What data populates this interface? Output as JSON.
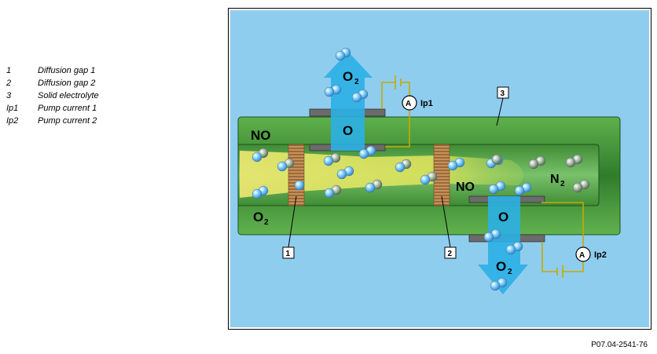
{
  "legend": [
    {
      "key": "1",
      "text": "Diffusion gap 1"
    },
    {
      "key": "2",
      "text": "Diffusion gap 2"
    },
    {
      "key": "3",
      "text": "Solid electrolyte"
    },
    {
      "key": "Ip1",
      "text": "Pump current 1"
    },
    {
      "key": "Ip2",
      "text": "Pump current 2"
    }
  ],
  "labels": {
    "no_left": "NO",
    "o2_left": "O",
    "o2_left_sub": "2",
    "o2_top": "O",
    "o2_top_sub": "2",
    "o_top": "O",
    "o_bottom": "O",
    "o2_bottom": "O",
    "o2_bottom_sub": "2",
    "no_center": "NO",
    "n2": "N",
    "n2_sub": "2",
    "ammeter": "A",
    "ip1": "Ip1",
    "ip2": "Ip2",
    "callout_1": "1",
    "callout_2": "2",
    "callout_3": "3"
  },
  "reference": "P07.04-2541-76",
  "colors": {
    "background": "#8fcdef",
    "electrolyte": "#4f9e3f",
    "gas_flow": "#e8e65a",
    "arrow": "#2bb0e6",
    "wire": "#c8a800"
  }
}
